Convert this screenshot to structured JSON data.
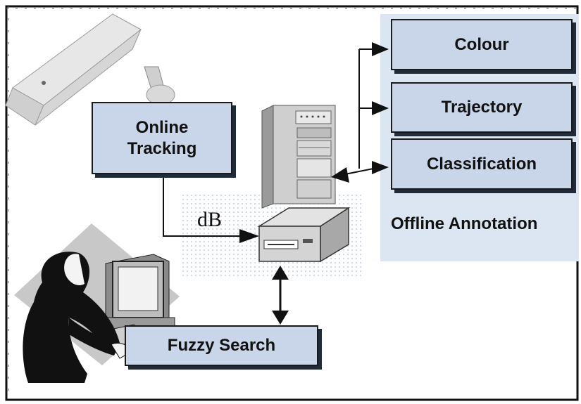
{
  "diagram": {
    "online_tracking": "Online\nTracking",
    "db_label": "dB",
    "fuzzy_search": "Fuzzy Search",
    "colour": "Colour",
    "trajectory": "Trajectory",
    "classification": "Classification",
    "offline_annotation": "Offline Annotation"
  },
  "colors": {
    "box_fill": "#c9d6ea",
    "panel_fill": "#dce6f2",
    "border": "#1a1a1a"
  },
  "icons": [
    "camera-icon",
    "server-icon",
    "storage-drive-icon",
    "user-at-computer-icon"
  ]
}
